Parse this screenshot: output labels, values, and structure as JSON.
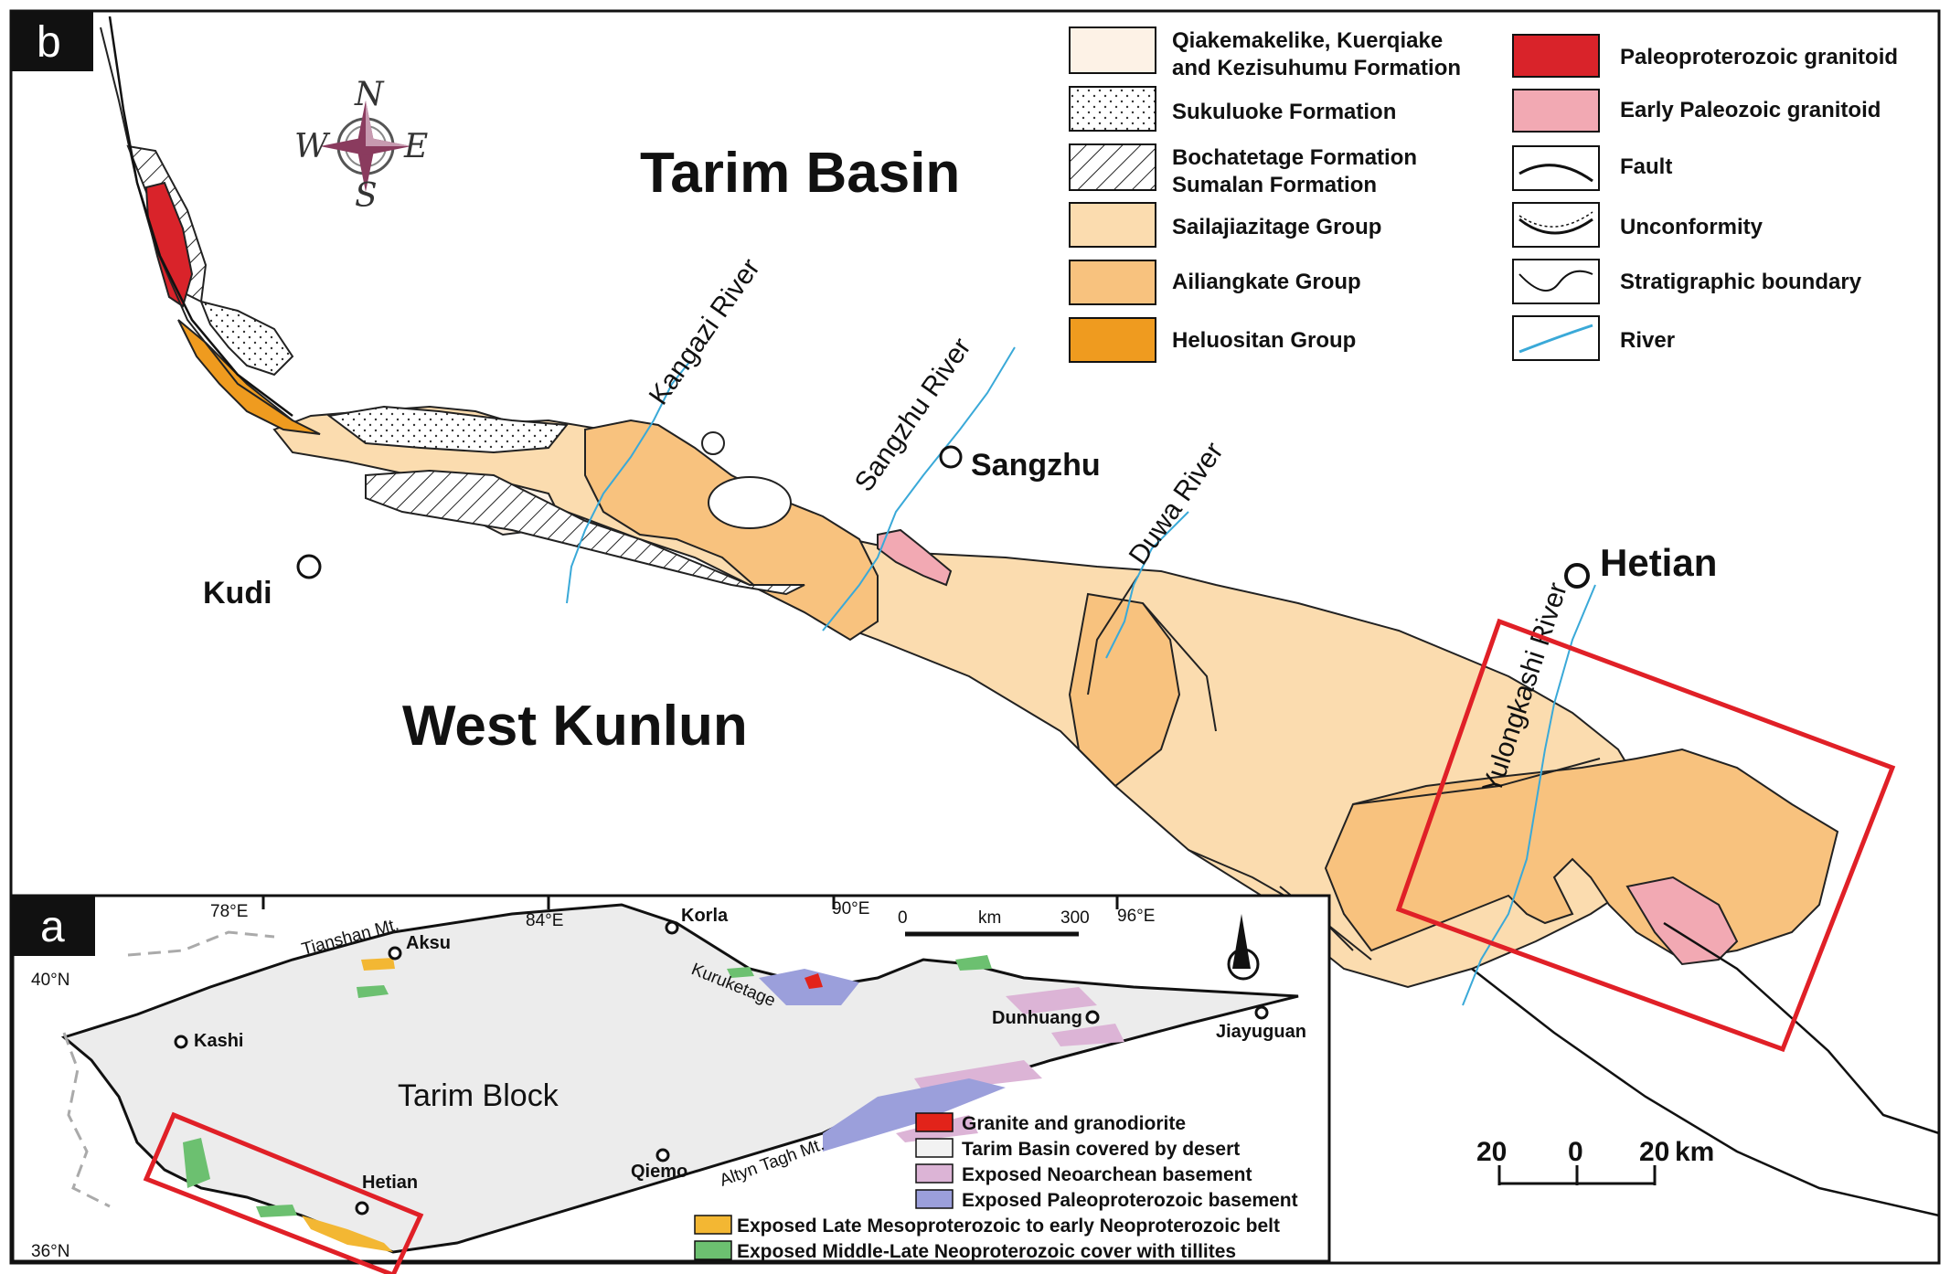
{
  "panels": {
    "b": "b",
    "a": "a"
  },
  "places": {
    "tarim_basin": "Tarim Basin",
    "west_kunlun": "West Kunlun",
    "kudi": "Kudi",
    "sangzhu": "Sangzhu",
    "hetian": "Hetian"
  },
  "rivers": {
    "kangazi": "Kangazi River",
    "sangzhu": "Sangzhu River",
    "duwa": "Duwa River",
    "yulongkashi": "Yulongkashi River"
  },
  "compass": {
    "n": "N",
    "s": "S",
    "e": "E",
    "w": "W"
  },
  "legend_units": [
    {
      "line1": "Qiakemakelike, Kuerqiake",
      "line2": "and Kezisuhumu Formation",
      "fill": "#fdf2e6",
      "pattern": "none"
    },
    {
      "line1": "Sukuluoke Formation",
      "line2": "",
      "fill": "#ffffff",
      "pattern": "dots"
    },
    {
      "line1": "Bochatetage Formation",
      "line2": "Sumalan Formation",
      "fill": "#ffffff",
      "pattern": "hatch"
    },
    {
      "line1": "Sailajiazitage Group",
      "line2": "",
      "fill": "#fbdcaf",
      "pattern": "none"
    },
    {
      "line1": "Ailiangkate Group",
      "line2": "",
      "fill": "#f8c27e",
      "pattern": "none"
    },
    {
      "line1": "Heluositan Group",
      "line2": "",
      "fill": "#ef9b1f",
      "pattern": "none"
    }
  ],
  "legend_symbols": [
    {
      "label": "Paleoproterozoic granitoid",
      "kind": "fill",
      "color": "#d9232a"
    },
    {
      "label": "Early Paleozoic granitoid",
      "kind": "fill",
      "color": "#f2a9b3"
    },
    {
      "label": "Fault",
      "kind": "fault"
    },
    {
      "label": "Unconformity",
      "kind": "unconformity"
    },
    {
      "label": "Stratigraphic boundary",
      "kind": "boundary"
    },
    {
      "label": "River",
      "kind": "river",
      "color": "#3aa9d8"
    }
  ],
  "scale_b": {
    "left": "20",
    "mid": "0",
    "right": "20",
    "unit": "km"
  },
  "inset": {
    "title": "Tarim Block",
    "lon_labels": [
      "78°E",
      "84°E",
      "90°E",
      "96°E"
    ],
    "lat_labels": [
      "40°N",
      "36°N"
    ],
    "cities": [
      "Aksu",
      "Kashi",
      "Korla",
      "Dunhuang",
      "Jiayuguan",
      "Qiemo",
      "Hetian"
    ],
    "features": [
      "Tianshan Mt.",
      "Kuruketage",
      "Altyn Tagh Mt."
    ],
    "scale": {
      "zero": "0",
      "unit": "km",
      "max": "300"
    },
    "legend": [
      {
        "label": "Granite and granodiorite",
        "color": "#e2231a"
      },
      {
        "label": "Tarim Basin covered by desert",
        "color": "#f2f2f2"
      },
      {
        "label": "Exposed Neoarchean basement",
        "color": "#dcb4d6"
      },
      {
        "label": "Exposed Paleoproterozoic basement",
        "color": "#9b9fdb"
      },
      {
        "label": "Exposed Late Mesoproterozoic to early Neoproterozoic belt",
        "color": "#f3b733"
      },
      {
        "label": "Exposed Middle-Late Neoproterozoic cover with tillites",
        "color": "#6cc070"
      }
    ]
  },
  "colors": {
    "frame": "#111111",
    "red_box": "#e02027",
    "river": "#3aa9d8"
  }
}
